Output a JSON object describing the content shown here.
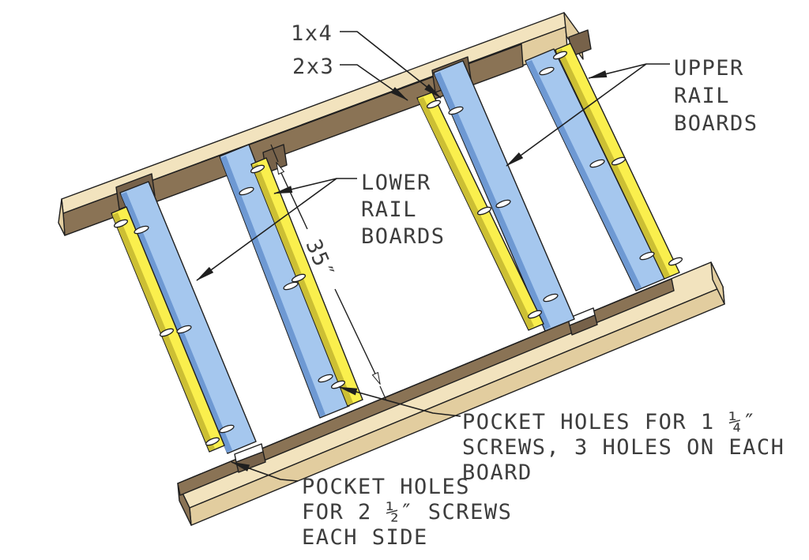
{
  "diagram": {
    "labels": {
      "size_1x4": "1x4",
      "size_2x3": "2x3",
      "upper_rail_lines": [
        "UPPER",
        "RAIL",
        "BOARDS"
      ],
      "lower_rail_lines": [
        "LOWER",
        "RAIL",
        "BOARDS"
      ],
      "length_dimension": "35″",
      "pocket_holes_rail_lines": [
        "POCKET HOLES FOR 1 ¼″",
        "SCREWS, 3 HOLES ON EACH",
        "BOARD"
      ],
      "pocket_holes_side_lines": [
        "POCKET HOLES",
        "FOR 2 ½″ SCREWS",
        "EACH SIDE"
      ]
    },
    "colors": {
      "wood_tan": "#F2E3BE",
      "wood_tan_shade": "#E2CD9F",
      "wood_brown": "#8A7355",
      "wood_brown_dark": "#77624A",
      "board_yellow": "#FAEF4D",
      "board_yellow_shade": "#CCBF34",
      "board_blue": "#A5C7EE",
      "board_blue_shade": "#6E99D3",
      "line": "#1F1F1F",
      "text": "#3D3D3D"
    }
  }
}
